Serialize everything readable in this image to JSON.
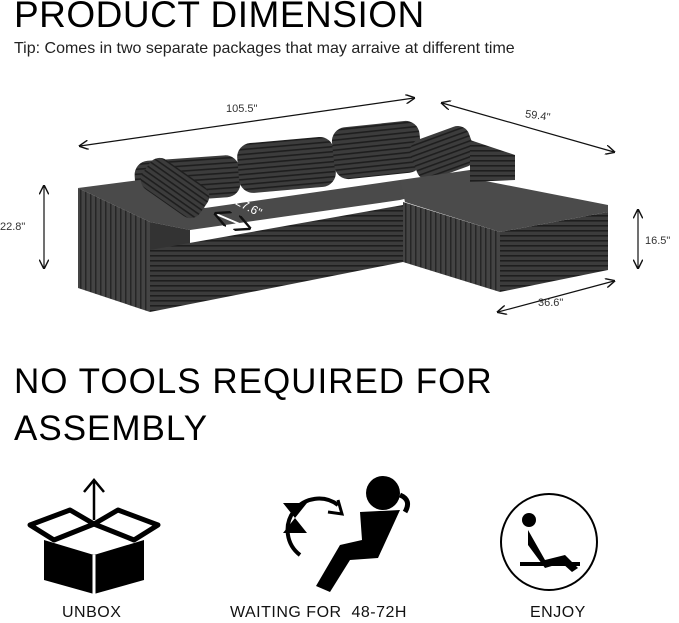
{
  "title": "PRODUCT DIMENSION",
  "tip": "Tip: Comes in two separate packages that may arraive at different time",
  "dimensions": {
    "length": "105.5\"",
    "chaise_length": "59.4\"",
    "height": "22.8\"",
    "seat_depth": "27.6\"",
    "chaise_height": "16.5\"",
    "chaise_width": "36.6\""
  },
  "assembly_heading": "NO TOOLS REQUIRED FOR ASSEMBLY",
  "steps": [
    {
      "label": "UNBOX",
      "icon": "open-box-icon"
    },
    {
      "label": "WAITING FOR  48-72H",
      "icon": "hourglass-relax-icon"
    },
    {
      "label": "ENJOY",
      "icon": "person-sitting-icon"
    }
  ],
  "colors": {
    "sofa": "#3a3a3a",
    "text": "#000000"
  }
}
